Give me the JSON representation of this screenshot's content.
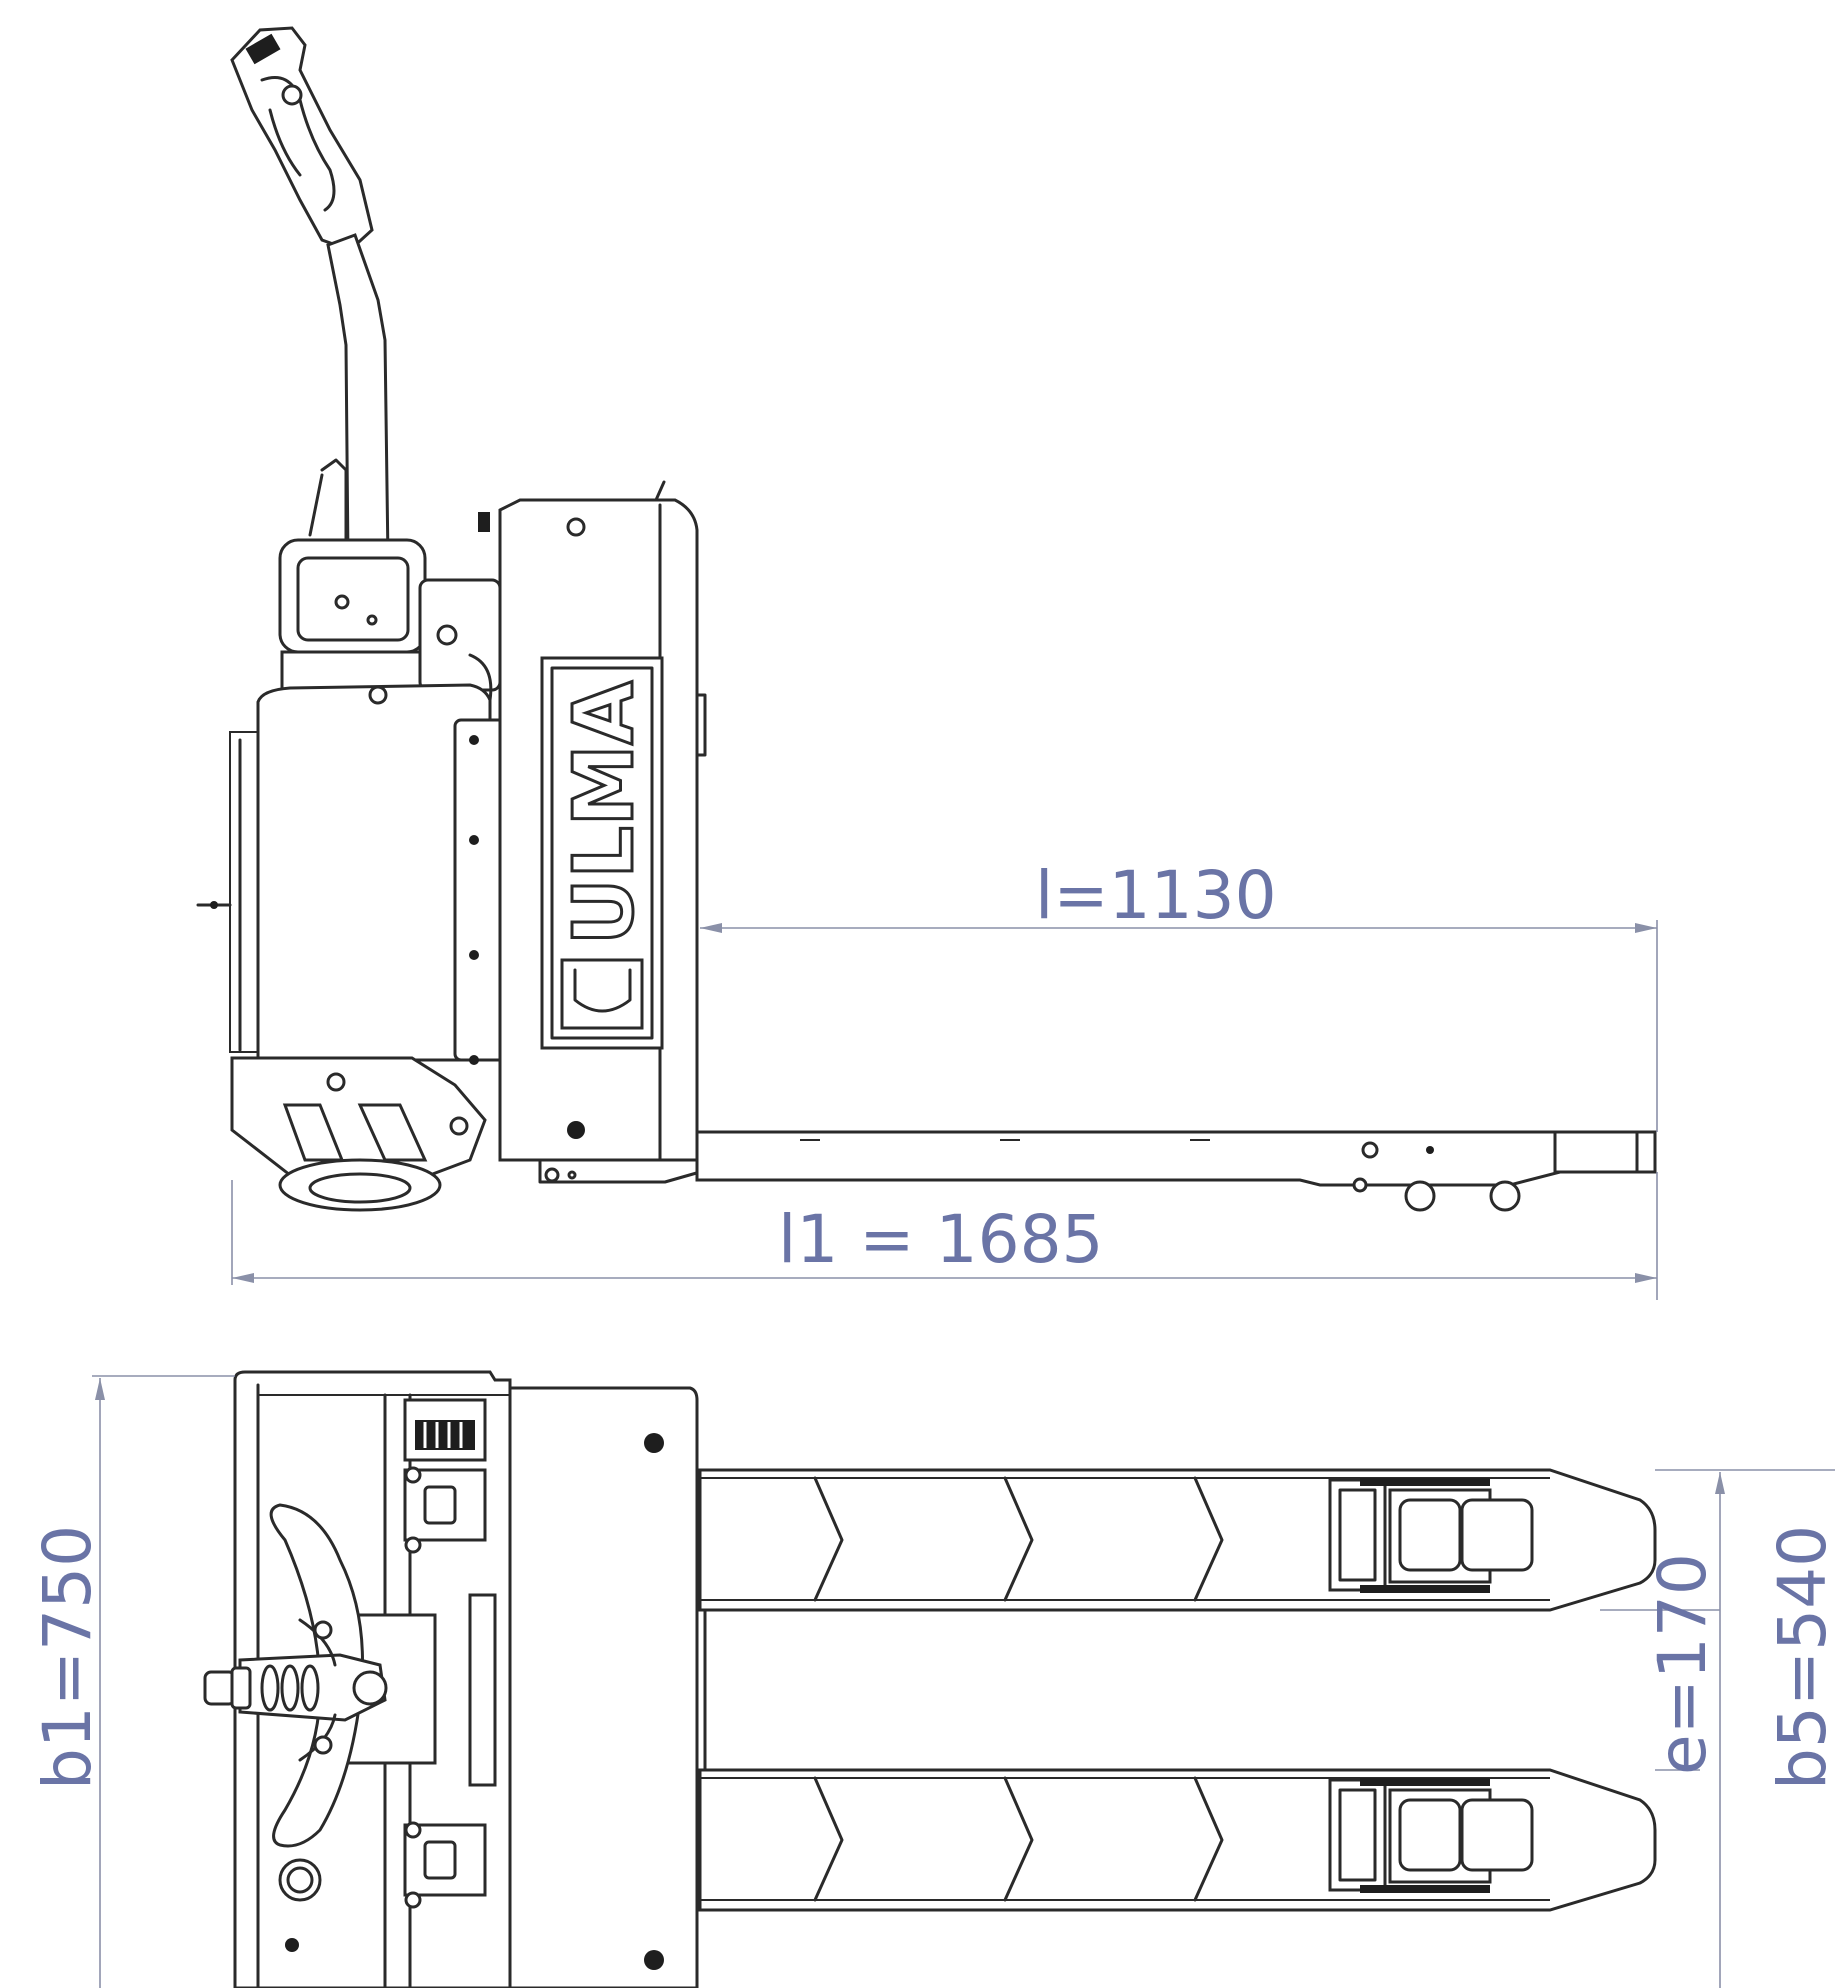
{
  "brand": {
    "logo_text": "ULMA"
  },
  "dimensions": {
    "l": "l=1130",
    "l1": "l1 = 1685",
    "b1": "b1=750",
    "e": "e=170",
    "b5": "b5=540"
  },
  "colors": {
    "dimension": "#6a74a6",
    "outline": "#2a2a2a"
  }
}
